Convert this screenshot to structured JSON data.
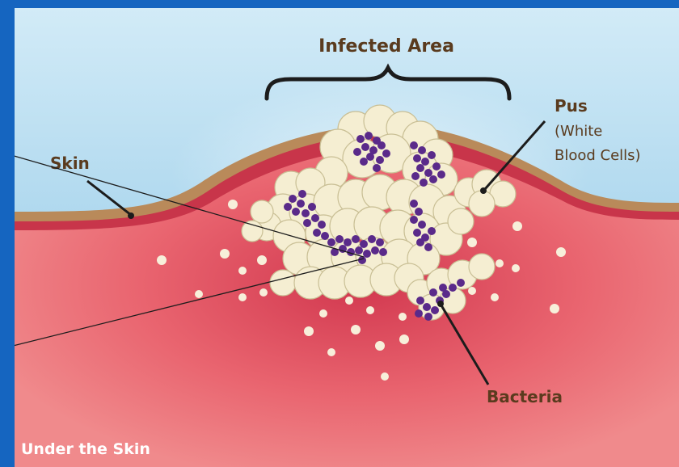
{
  "diagram": {
    "title": "Infected Area",
    "labels": {
      "pus": "Pus",
      "pus_sub1": "(White",
      "pus_sub2": "Blood Cells)",
      "skin": "Skin",
      "bacteria": "Bacteria",
      "corner": "Under the Skin"
    },
    "colors": {
      "frame": "#1565c0",
      "sky_top": "#c9e6f4",
      "sky_bottom": "#8ec9e8",
      "tissue": "#ee7b80",
      "tissue_dark": "#d9465b",
      "skin_band": "#b98a5a",
      "dermis": "#c8354a",
      "pus": "#f5eed2",
      "pus_outline": "#c9bf95",
      "bacteria": "#5a2a8a",
      "label": "#5a3b1e"
    }
  }
}
